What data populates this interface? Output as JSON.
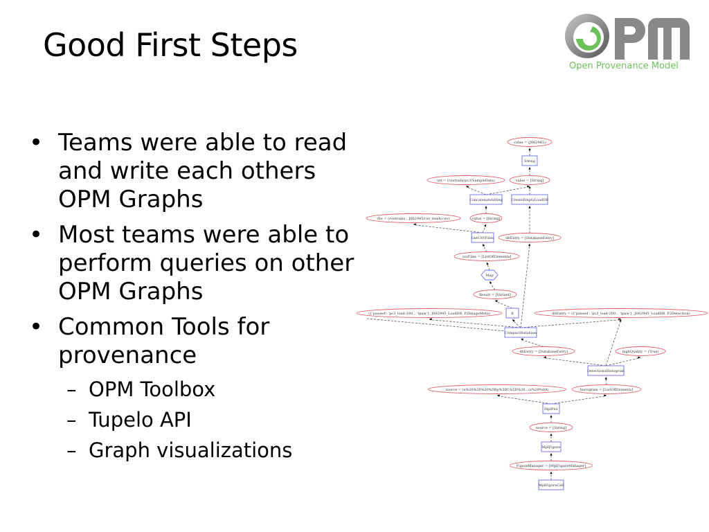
{
  "slide": {
    "title": "Good First Steps",
    "logo": {
      "text": "Open Provenance Model",
      "mark": "OPM",
      "colors": {
        "green": "#6cc25a",
        "gray": "#808080"
      }
    },
    "bullets": [
      {
        "text": "Teams were able to read and write each others OPM Graphs"
      },
      {
        "text": "Most teams were able to perform queries on other OPM Graphs"
      },
      {
        "text": "Common Tools for provenance",
        "sub": [
          "OPM Toolbox",
          "Tupelo API",
          "Graph visualizations"
        ]
      }
    ],
    "bullet_glyph": "•",
    "sub_glyph": "–"
  },
  "graph": {
    "colors": {
      "artifact": "#e06070",
      "process": "#6a6af0",
      "edge": "#555555"
    },
    "nodes": [
      {
        "id": "n1",
        "shape": "ellipse",
        "label": "value = (J062945)"
      },
      {
        "id": "n2",
        "shape": "box",
        "label": "String"
      },
      {
        "id": "n3",
        "shape": "ellipse",
        "label": "url = (/vistrails/pc3/SampleData)"
      },
      {
        "id": "n4",
        "shape": "ellipse",
        "label": "value = [String]"
      },
      {
        "id": "n5",
        "shape": "box",
        "label": "ConcatenateString"
      },
      {
        "id": "n6",
        "shape": "box",
        "label": "CreateEmptyLoadDB"
      },
      {
        "id": "n7",
        "shape": "ellipse",
        "label": "file = (/vistrails/...J062945/csv_ready.csv)"
      },
      {
        "id": "n8",
        "shape": "ellipse",
        "label": "value = [String]"
      },
      {
        "id": "n9",
        "shape": "box",
        "label": "GetCSVFiles"
      },
      {
        "id": "n10",
        "shape": "ellipse",
        "label": "dbEntry = [DatabaseEntry]"
      },
      {
        "id": "n11",
        "shape": "ellipse",
        "label": "csvFiles = [ListOfElements]"
      },
      {
        "id": "n12",
        "shape": "hexagon",
        "label": "Map"
      },
      {
        "id": "n13",
        "shape": "ellipse",
        "label": "Result = [Variant]"
      },
      {
        "id": "n14",
        "shape": "box",
        "label": "If"
      },
      {
        "id": "n15",
        "shape": "ellipse",
        "label": "({'passed': 'pc3_load-200... 'ipaw'}, J062945_LoadDB, P2ImageMeta)"
      },
      {
        "id": "n16",
        "shape": "ellipse",
        "label": "dbEntry = ({'passed': 'pc3_load-200... 'ipaw'}, J062945_LoadDB, P2Detection)"
      },
      {
        "id": "n17",
        "shape": "box",
        "label": "CompactDatabase"
      },
      {
        "id": "n18",
        "shape": "ellipse",
        "label": "dbEntry = [DatabaseEntry]"
      },
      {
        "id": "n19",
        "shape": "ellipse",
        "label": "highQuality = (True)"
      },
      {
        "id": "n20",
        "shape": "box",
        "label": "DetectionsHistogram"
      },
      {
        "id": "n21",
        "shape": "ellipse",
        "label": "source = (x%20%20%20%5Bp%5B1%5D%20...(x%29%0A)"
      },
      {
        "id": "n22",
        "shape": "ellipse",
        "label": "histogram = [ListOfElements]"
      },
      {
        "id": "n23",
        "shape": "box",
        "label": "MplPlot"
      },
      {
        "id": "n24",
        "shape": "ellipse",
        "label": "source = [String]"
      },
      {
        "id": "n25",
        "shape": "box",
        "label": "MplFigure"
      },
      {
        "id": "n26",
        "shape": "ellipse",
        "label": "FigureManager = [MplFigureManager]"
      },
      {
        "id": "n27",
        "shape": "box",
        "label": "MplFigureCell"
      }
    ],
    "edges": [
      [
        "n2",
        "n1"
      ],
      [
        "n4",
        "n2"
      ],
      [
        "n5",
        "n3"
      ],
      [
        "n5",
        "n4"
      ],
      [
        "n6",
        "n4"
      ],
      [
        "n8",
        "n5"
      ],
      [
        "n9",
        "n7"
      ],
      [
        "n9",
        "n8"
      ],
      [
        "n10",
        "n6"
      ],
      [
        "n11",
        "n9"
      ],
      [
        "n12",
        "n11"
      ],
      [
        "n13",
        "n12"
      ],
      [
        "n14",
        "n13"
      ],
      [
        "n17",
        "n15"
      ],
      [
        "n17",
        "n14"
      ],
      [
        "n17",
        "n10"
      ],
      [
        "n17",
        "n16"
      ],
      [
        "n18",
        "n17"
      ],
      [
        "n20",
        "n18"
      ],
      [
        "n20",
        "n19"
      ],
      [
        "n20",
        "n16"
      ],
      [
        "n23",
        "n21"
      ],
      [
        "n23",
        "n22"
      ],
      [
        "n22",
        "n20"
      ],
      [
        "n24",
        "n23"
      ],
      [
        "n25",
        "n24"
      ],
      [
        "n26",
        "n25"
      ],
      [
        "n27",
        "n26"
      ]
    ]
  }
}
